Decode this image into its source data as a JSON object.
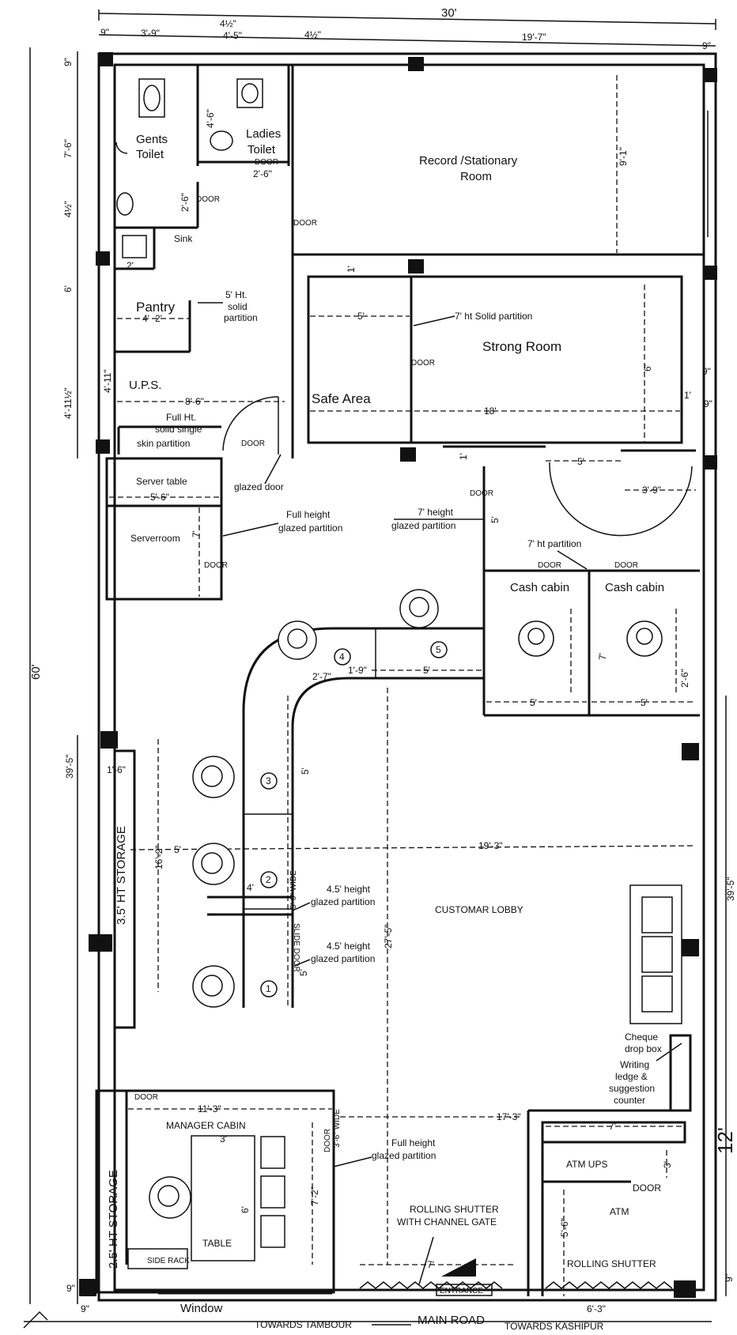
{
  "rooms": {
    "gents_toilet": [
      "Gents",
      "Toilet"
    ],
    "ladies_toilet": [
      "Ladies",
      "Toilet"
    ],
    "record_room": [
      "Record /Stationary",
      "Room"
    ],
    "sink": "Sink",
    "pantry": "Pantry",
    "ups": "U.P.S.",
    "strong_room": "Strong Room",
    "safe_area": "Safe Area",
    "server_table": "Server table",
    "server_room": "Serverroom",
    "cash_cabin_1": "Cash cabin",
    "cash_cabin_2": "Cash cabin",
    "customer_lobby": "CUSTOMAR LOBBY",
    "manager_cabin": "MANAGER CABIN",
    "table": "TABLE",
    "side_rack": "SIDE RACK",
    "atm_ups": "ATM UPS",
    "atm": "ATM",
    "storage_35": "3.5' HT STORAGE",
    "storage_25": "2.5' HT STORAGE"
  },
  "notes": {
    "solid_partition_5": [
      "5' Ht.",
      "solid",
      "partition"
    ],
    "full_ht_partition": [
      "Full Ht.",
      "solid single",
      "skin partition"
    ],
    "solid_partition_7": "7' ht Solid partition",
    "glazed_door": "glazed door",
    "full_glazed_1": [
      "Full height",
      "glazed partition"
    ],
    "glazed_7": [
      "7' height",
      "glazed partition"
    ],
    "ht_partition_7": "7' ht partition",
    "glazed_45_a": [
      "4.5' height",
      "glazed partition"
    ],
    "glazed_45_b": [
      "4.5' height",
      "glazed partition"
    ],
    "full_glazed_2": [
      "Full height",
      "glazed partition"
    ],
    "cheque_box": [
      "Cheque",
      "drop box",
      "Writing",
      "ledge &",
      "suggestion",
      "counter"
    ],
    "rolling_shutter_main": [
      "ROLLING SHUTTER",
      "WITH CHANNEL GATE"
    ],
    "rolling_shutter_atm": "ROLLING SHUTTER",
    "entrance": "ENTRANCE",
    "window": "Window",
    "main_road": "MAIN ROAD",
    "towards_tambour": "TOWARDS TAMBOUR",
    "towards_kashipur": "TOWARDS KASHIPUR"
  },
  "doors": {
    "d_ladies": "DOOR",
    "d_gents": "DOOR",
    "d_record": "DOOR",
    "d_strong": "DOOR",
    "d_ups": "DOOR",
    "d_server": "DOOR",
    "d_safe": "DOOR",
    "d_cash1": "DOOR",
    "d_cash2": "DOOR",
    "d_manager": "DOOR",
    "d_manager_top": "DOOR",
    "d_atm": "DOOR",
    "d_slide": "SLIDE DOOR",
    "d_34wide_a": "3'-6\" WIDE",
    "d_34wide_b": "3'-6\" WIDE"
  },
  "counters": [
    "1",
    "2",
    "3",
    "4",
    "5"
  ],
  "dimensions": {
    "overall_width": "30'",
    "top_9a": "9\"",
    "top_3_9": "3'-9\"",
    "top_4half_a": "4½\"",
    "top_4_5": "4'-5\"",
    "top_4half_b": "4½\"",
    "top_19_7": "19'-7\"",
    "top_9b": "9\"",
    "left_9": "9\"",
    "left_7_6": "7'-6\"",
    "left_4half": "4½\"",
    "left_6": "6'",
    "left_4_11": "4'-11½\"",
    "left_60": "60'",
    "left_39_5": "39'-5\"",
    "right_39_5": "39'-5\"",
    "right_12": "12'",
    "right_9": "9\"",
    "right_9b": "9\"",
    "bottom_9": "9\"",
    "bottom_9b": "9\"",
    "bottom_6_3": "6'-3\"",
    "d_4_6": "4'-6\"",
    "d_2_6a": "2'-6\"",
    "d_2_6b": "2'-6\"",
    "d_2": "2'",
    "d_4": "4'",
    "d_2p": "2'",
    "d_8_6": "8'-6\"",
    "d_4_11": "4'-11\"",
    "d_9_1": "9'-1\"",
    "d_1a": "1'",
    "d_5a": "5'",
    "d_18": "18'",
    "d_6": "6'",
    "d_1b": "1'",
    "d_9c": "9\"",
    "d_1c": "1'",
    "d_5b": "5'",
    "d_3_9": "3'-9\"",
    "d_5_6": "5'-6\"",
    "d_7a": "7'",
    "d_5c": "5'",
    "d_7b": "7'",
    "d_5d": "5'",
    "d_5e": "5'",
    "d_2_6c": "2'-6\"",
    "d_2_7": "2'-7\"",
    "d_1_9": "1'-9\"",
    "d_5f": "5'",
    "d_1_6": "1'-6\"",
    "d_5g": "5'",
    "d_19_3": "19'-3\"",
    "d_16_2": "16'-2\"",
    "d_5h": "5'",
    "d_4b": "4'",
    "d_27_5": "27'-5\"",
    "d_5i": "5'",
    "d_11_3": "11'-3\"",
    "d_17_3": "17'-3\"",
    "d_3": "3'",
    "d_6b": "6'",
    "d_7_2": "7'-2\"",
    "d_7c": "7'",
    "d_3b": "3'",
    "d_5_6b": "5'-6\"",
    "d_7d": "7'"
  }
}
